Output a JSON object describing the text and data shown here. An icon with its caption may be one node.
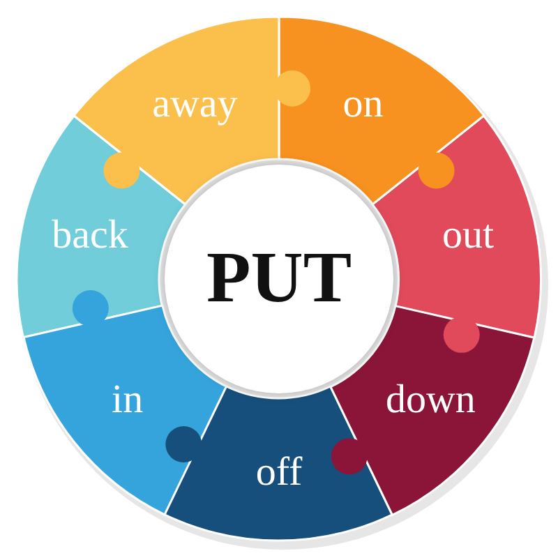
{
  "diagram": {
    "nodes": [
      {
        "text": [
          "PUT"
        ]
      },
      {
        "text": [
          "away"
        ]
      },
      {
        "text": [
          "on"
        ]
      },
      {
        "text": [
          "out"
        ]
      },
      {
        "text": [
          "down"
        ]
      },
      {
        "text": [
          "off"
        ]
      },
      {
        "text": [
          "in"
        ]
      },
      {
        "text": [
          "back"
        ]
      }
    ]
  }
}
